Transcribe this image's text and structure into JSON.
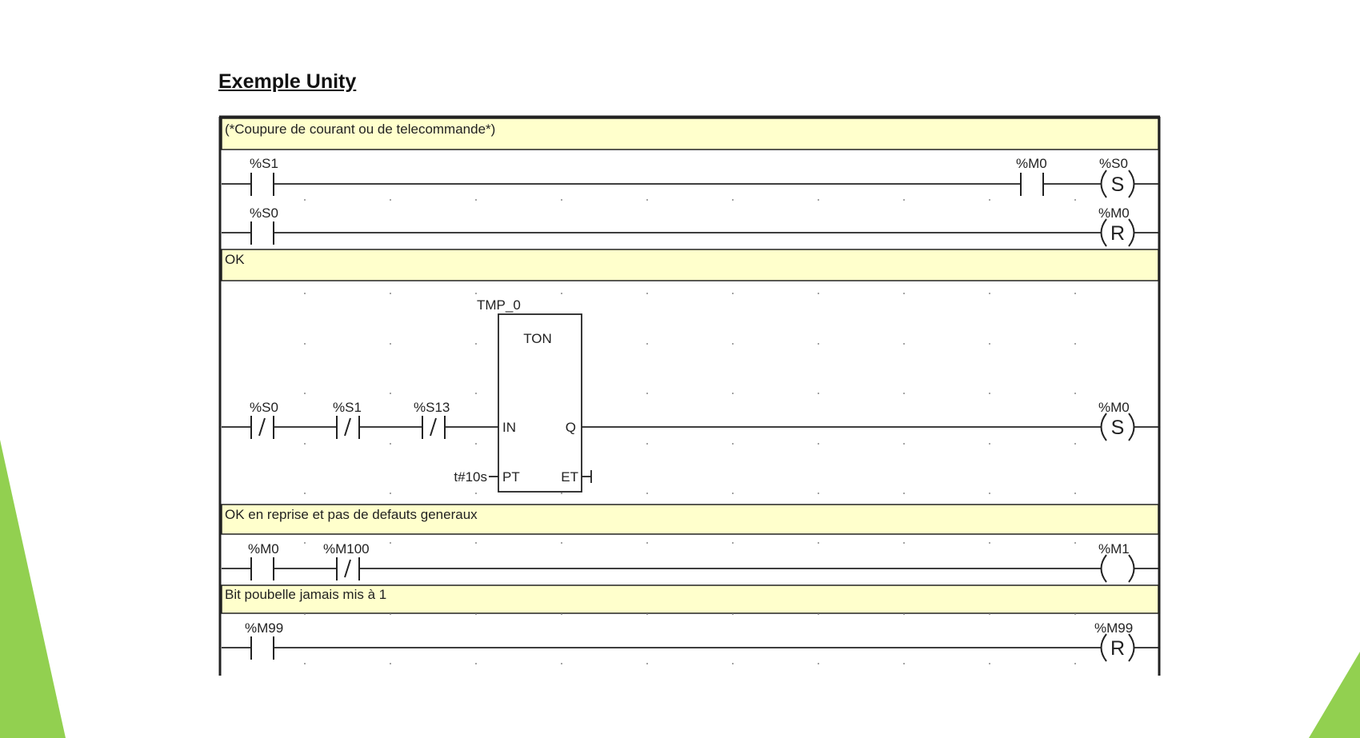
{
  "page": {
    "title": "Exemple Unity"
  },
  "colors": {
    "comment_bg": "#ffffcc",
    "accent_green": "#92d050",
    "line": "#222222"
  },
  "ladder": {
    "comments": [
      "(*Coupure de courant ou de telecommande*)",
      "OK",
      "OK en reprise et pas de defauts generaux",
      "Bit poubelle jamais mis à 1"
    ],
    "contacts": [
      {
        "label": "%S1",
        "type": "no"
      },
      {
        "label": "%M0",
        "type": "no"
      },
      {
        "label": "%S0",
        "type": "no"
      },
      {
        "label": "%S0",
        "type": "nc"
      },
      {
        "label": "%S1",
        "type": "nc"
      },
      {
        "label": "%S13",
        "type": "nc"
      },
      {
        "label": "%M0",
        "type": "no"
      },
      {
        "label": "%M100",
        "type": "nc"
      },
      {
        "label": "%M99",
        "type": "no"
      }
    ],
    "coils": [
      {
        "label": "%S0",
        "type": "S"
      },
      {
        "label": "%M0",
        "type": "R"
      },
      {
        "label": "%M0",
        "type": "S"
      },
      {
        "label": "%M1",
        "type": ""
      },
      {
        "label": "%M99",
        "type": "R"
      }
    ],
    "timer": {
      "instance": "TMP_0",
      "type": "TON",
      "pin_in": "IN",
      "pin_pt": "PT",
      "pin_q": "Q",
      "pin_et": "ET",
      "preset": "t#10s"
    }
  }
}
